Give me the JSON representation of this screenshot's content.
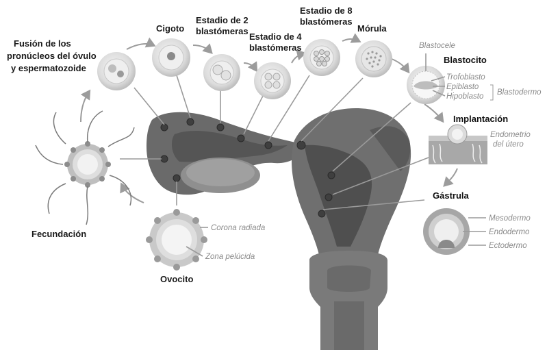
{
  "labels": {
    "fusion_line1": "Fusión de los",
    "fusion_line2": "pronúcleos del óvulo",
    "fusion_line3": "y espermatozoide",
    "cigoto": "Cigoto",
    "dos_line1": "Estadio de 2",
    "dos_line2": "blastómeras",
    "cuatro_line1": "Estadio de 4",
    "cuatro_line2": "blastómeras",
    "ocho_line1": "Estadio de 8",
    "ocho_line2": "blastómeras",
    "morula": "Mórula",
    "blastocele": "Blastocele",
    "blastocito": "Blastocito",
    "trofoblasto": "Trofoblasto",
    "epiblasto": "Epiblasto",
    "hipoblasto": "Hipoblasto",
    "blastodermo": "Blastodermo",
    "implantacion": "Implantación",
    "endometrio_line1": "Endometrio",
    "endometrio_line2": "del útero",
    "gastrula": "Gástrula",
    "mesodermo": "Mesodermo",
    "endodermo": "Endodermo",
    "ectodermo": "Ectodermo",
    "fecundacion": "Fecundación",
    "corona_radiada": "Corona radiada",
    "zona_pelucida": "Zona pelúcida",
    "ovocito": "Ovocito"
  },
  "colors": {
    "uterus": "#6f6f6f",
    "uterus_dark": "#4a4a4a",
    "uterus_light": "#8c8c8c",
    "cell_outer": "#d6d6d6",
    "cell_inner": "#f4f4f4",
    "leader": "#9a9a9a",
    "text": "#1a1a1a",
    "subtext": "#8a8a8a"
  }
}
